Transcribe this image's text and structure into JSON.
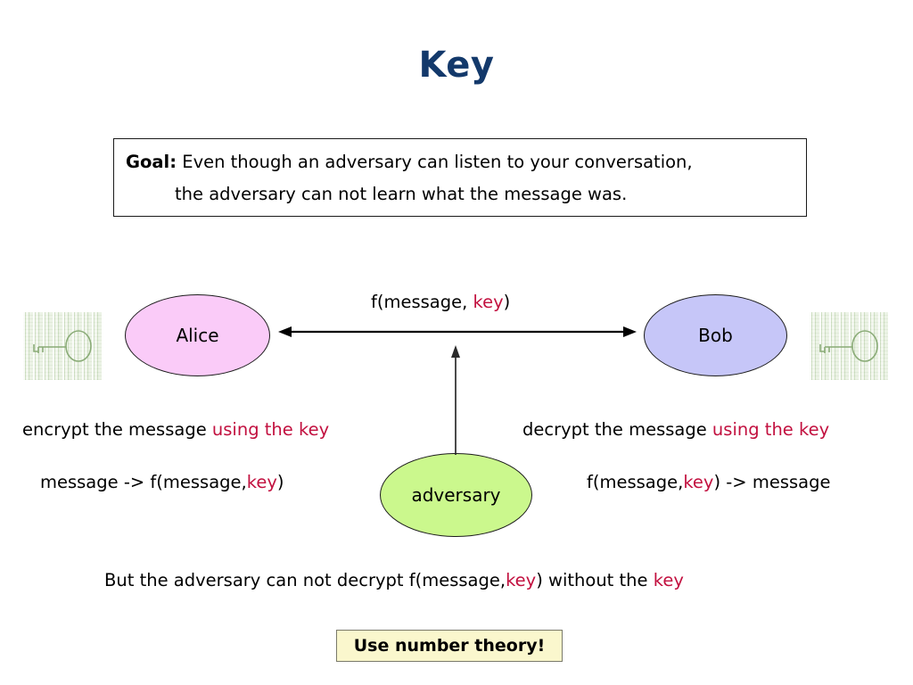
{
  "slide": {
    "title": "Key",
    "title_color": "#13396B",
    "background": "#ffffff",
    "accent_key_color": "#C2103F"
  },
  "goal_box": {
    "label": "Goal:",
    "line1": " Even though an adversary can listen to your conversation,",
    "line2": "the adversary can not learn what the message was.",
    "border_color": "#1a1a1a"
  },
  "nodes": {
    "alice": {
      "label": "Alice",
      "fill": "#FACBF8"
    },
    "bob": {
      "label": "Bob",
      "fill": "#C6C6F8"
    },
    "adversary": {
      "label": "adversary",
      "fill": "#CBF88D"
    }
  },
  "key_images": {
    "left_alt": "key-image",
    "right_alt": "key-image",
    "fill": "#e4eedb",
    "stroke": "#8fae7c"
  },
  "channel": {
    "label_prefix": "f(message, ",
    "label_key": "key",
    "label_suffix": ")",
    "arrow": "double-headed-horizontal-arrow"
  },
  "adversary_link": {
    "arrow": "upward-arrow"
  },
  "captions": {
    "encrypt_plain": "encrypt the message ",
    "encrypt_key": "using the key",
    "decrypt_plain": "decrypt the message ",
    "decrypt_key": "using the key",
    "encrypt_formula_pre": "message -> f(message,",
    "encrypt_formula_key": "key",
    "encrypt_formula_post": ")",
    "decrypt_formula_pre": "f(message,",
    "decrypt_formula_key": "key",
    "decrypt_formula_post": ") -> message",
    "bottom_note_pre": "But the adversary can not decrypt f(message,",
    "bottom_note_key1": "key",
    "bottom_note_mid": ") without the ",
    "bottom_note_key2": "key"
  },
  "hint_box": {
    "text": "Use number theory!",
    "fill": "#FAF7CD",
    "border_color": "#7a7a6a"
  }
}
